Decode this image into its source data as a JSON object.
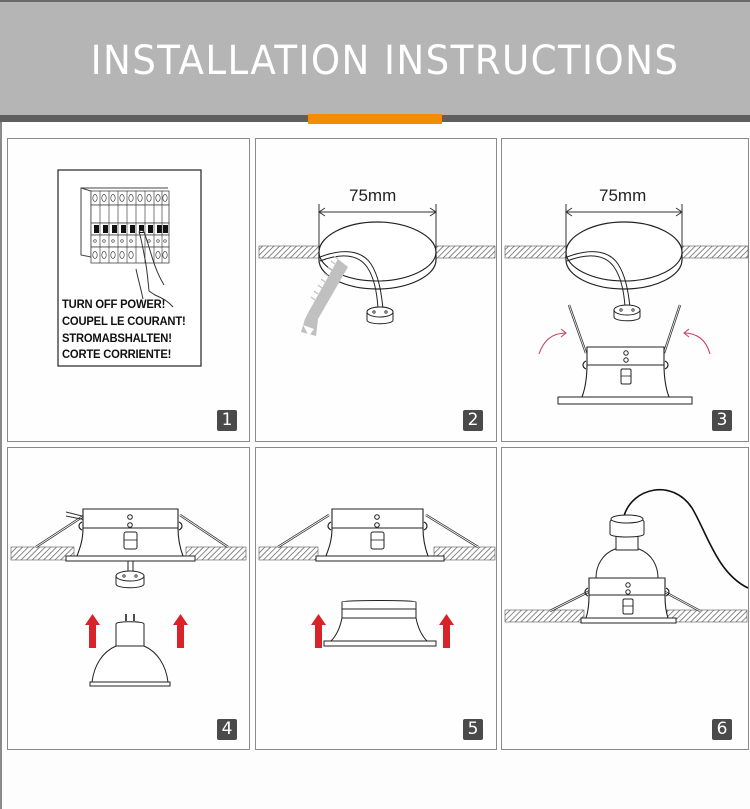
{
  "header": {
    "title": "INSTALLATION INSTRUCTIONS",
    "background_color": "#b5b5b5",
    "bar_color": "#5e5e5e",
    "accent_color": "#f28c00"
  },
  "steps": [
    {
      "number": "1",
      "illustration": "breaker-panel-hand",
      "warning_lines": [
        "TURN OFF POWER!",
        "COUPEL LE COURANT!",
        "STROMABSHALTEN!",
        "CORTE CORRIENTE!"
      ]
    },
    {
      "number": "2",
      "illustration": "cut-ceiling-hole-with-saw",
      "dimension_label": "75mm"
    },
    {
      "number": "3",
      "illustration": "fold-springs-on-fixture",
      "dimension_label": "75mm"
    },
    {
      "number": "4",
      "illustration": "insert-gu10-bulb-into-socket"
    },
    {
      "number": "5",
      "illustration": "insert-led-module-into-fixture"
    },
    {
      "number": "6",
      "illustration": "fixture-installed-with-wire"
    }
  ],
  "colors": {
    "arrow_red": "#d8232a",
    "curve_arrow_pink": "#c8455e",
    "badge_bg": "#4a4a4a",
    "panel_border": "#8a8a8a",
    "saw_gray": "#b8b8b8"
  }
}
